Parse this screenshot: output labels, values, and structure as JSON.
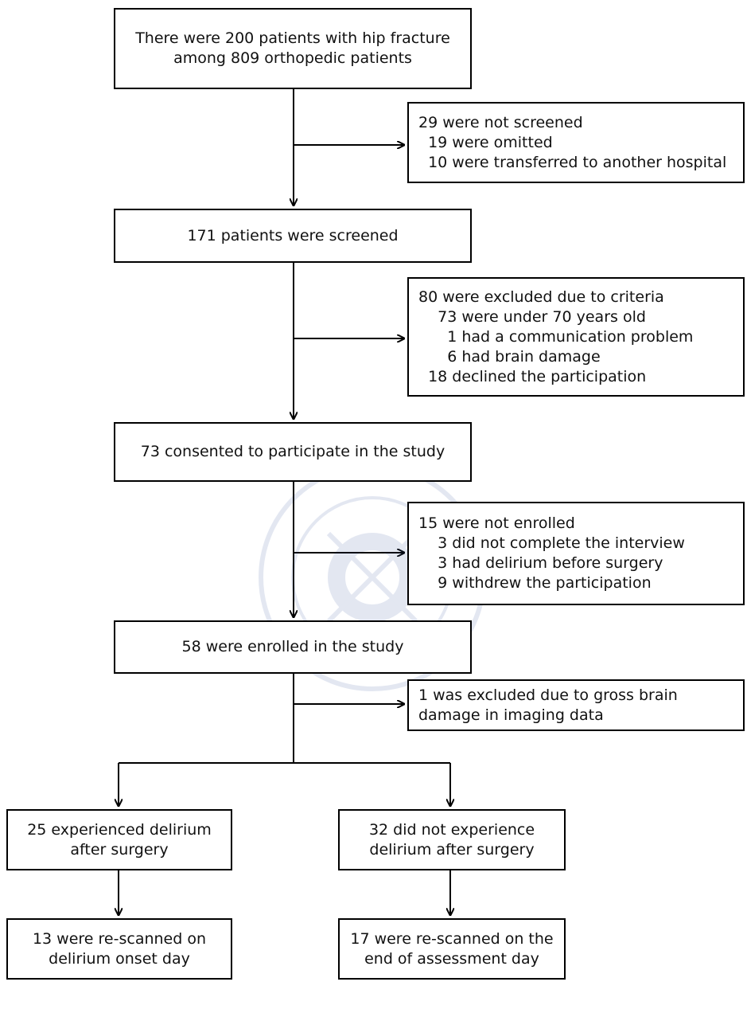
{
  "main_flow": [
    {
      "id": "b1",
      "lines": [
        "There were 200 patients with hip fracture",
        "among 809 orthopedic patients"
      ]
    },
    {
      "id": "b2",
      "lines": [
        "171 patients were screened"
      ]
    },
    {
      "id": "b3",
      "lines": [
        "73 consented to participate in the study"
      ]
    },
    {
      "id": "b4",
      "lines": [
        "58 were enrolled in the study"
      ]
    }
  ],
  "exclusions": [
    {
      "id": "e1",
      "lines": [
        "29 were not screened",
        "  19 were omitted",
        "  10 were transferred to another hospital"
      ]
    },
    {
      "id": "e2",
      "lines": [
        "80 were excluded due to criteria",
        "    73 were under 70 years old",
        "      1 had a communication problem",
        "      6 had brain damage",
        "  18 declined the participation"
      ]
    },
    {
      "id": "e3",
      "lines": [
        "15 were not enrolled",
        "    3 did not complete the interview",
        "    3 had delirium before surgery",
        "    9 withdrew the participation"
      ]
    },
    {
      "id": "e4",
      "lines": [
        "1 was excluded due to gross brain",
        "damage in imaging data"
      ]
    }
  ],
  "branches": [
    {
      "id": "l1",
      "lines": [
        "25 experienced delirium",
        "after surgery"
      ]
    },
    {
      "id": "l2",
      "lines": [
        "13 were re-scanned on",
        "delirium onset day"
      ]
    },
    {
      "id": "r1",
      "lines": [
        "32 did not experience",
        "delirium after surgery"
      ]
    },
    {
      "id": "r2",
      "lines": [
        "17 were re-scanned on the",
        "end of assessment day"
      ]
    }
  ]
}
